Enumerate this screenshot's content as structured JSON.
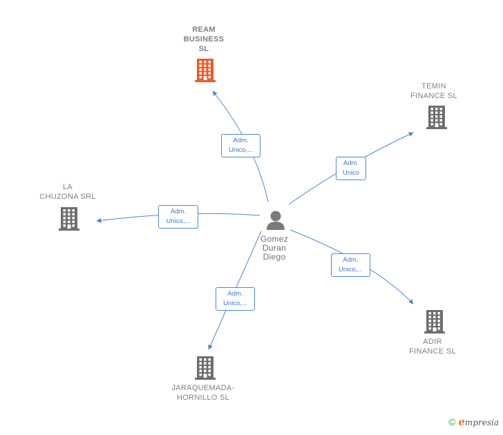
{
  "center": {
    "name": "Gomez\nDuran\nDiego",
    "icon": "person-icon"
  },
  "companies": [
    {
      "id": "ream",
      "name": "REAM\nBUSINESS\nSL",
      "icon": "building-icon",
      "color": "#f05a28",
      "highlight": true
    },
    {
      "id": "temin",
      "name": "TEMIN\nFINANCE  SL",
      "icon": "building-icon",
      "color": "#6e6e6e"
    },
    {
      "id": "chuzona",
      "name": "LA\nCHUZONA SRL",
      "icon": "building-icon",
      "color": "#6e6e6e"
    },
    {
      "id": "adir",
      "name": "ADIR\nFINANCE  SL",
      "icon": "building-icon",
      "color": "#6e6e6e"
    },
    {
      "id": "jaraquemada",
      "name": "JARAQUEMADA-\nHORNILLO  SL",
      "icon": "building-icon",
      "color": "#6e6e6e"
    }
  ],
  "edges": [
    {
      "to": "ream",
      "label": "Adm.\nUnico,..."
    },
    {
      "to": "temin",
      "label": "Adm.\nUnico"
    },
    {
      "to": "chuzona",
      "label": "Adm.\nUnico,..."
    },
    {
      "to": "adir",
      "label": "Adm.\nUnico,..."
    },
    {
      "to": "jaraquemada",
      "label": "Adm.\nUnico,..."
    }
  ],
  "colors": {
    "edge": "#4a86d4",
    "person": "#7a7a7a"
  },
  "footer": {
    "copyright": "©",
    "brand_initial": "e",
    "brand_rest": "mpresia"
  }
}
